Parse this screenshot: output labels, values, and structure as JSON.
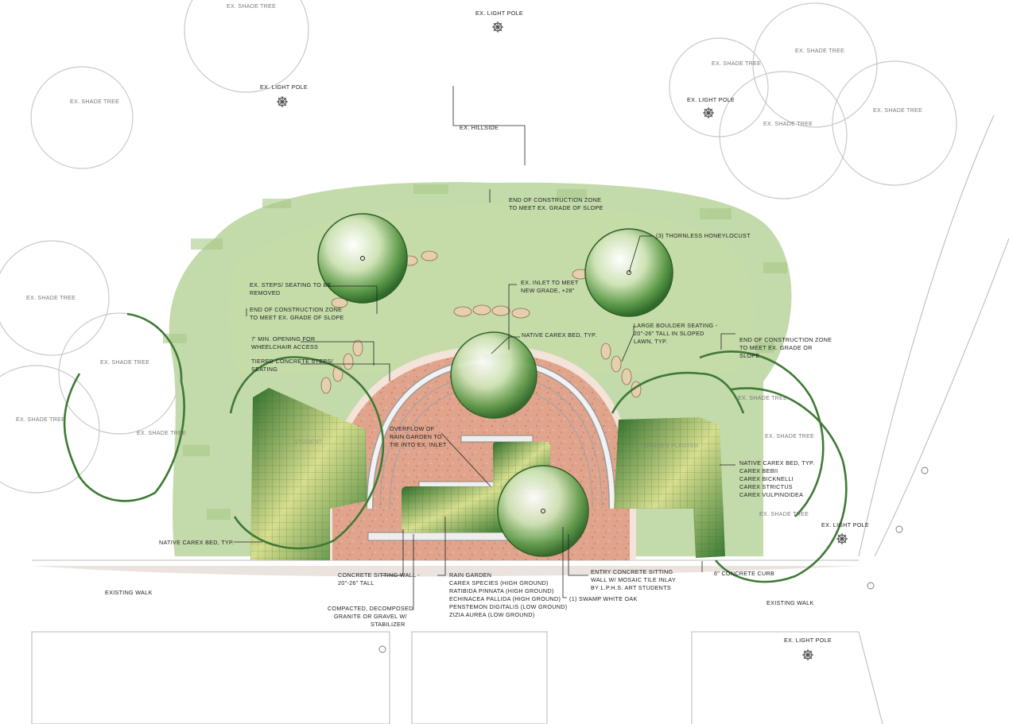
{
  "labels": {
    "ex_light_pole": "EX. LIGHT POLE",
    "ex_shade_tree": "EX. SHADE TREE",
    "ex_hillside": "EX. HILLSIDE",
    "end_zone_top": [
      "END OF CONSTRUCTION ZONE",
      "TO MEET EX. GRADE OF SLOPE"
    ],
    "honeylocust": "(3) THORNLESS HONEYLOCUST",
    "ex_steps": [
      "EX. STEPS/ SEATING TO BE",
      "REMOVED"
    ],
    "ex_inlet": [
      "EX. INLET TO MEET",
      "NEW GRADE, +28\""
    ],
    "end_zone_left": [
      "END OF CONSTRUCTION ZONE",
      "TO MEET EX. GRADE OF SLOPE"
    ],
    "native_carex_top": "NATIVE CAREX BED, TYP.",
    "boulder": [
      "LARGE BOULDER SEATING -",
      "20\"-26\" TALL IN SLOPED",
      "LAWN, TYP."
    ],
    "end_zone_right": [
      "END OF CONSTRUCTION ZONE",
      "TO MEET EX. GRADE OR",
      "SLOPE"
    ],
    "opening": [
      "7' MIN. OPENING FOR",
      "WHEELCHAIR ACCESS"
    ],
    "tiered": [
      "TIERED CONCRETE STEPS/",
      "SEATING"
    ],
    "overflow": [
      "OVERFLOW OF",
      "RAIN GARDEN TO",
      "TIE INTO EX. INLET"
    ],
    "native_carex_right": [
      "NATIVE CAREX BED, TYP.",
      "CAREX BEBII",
      "CAREX BICKNELLI",
      "CAREX STRICTUS",
      "CAREX VULPINOIDEA"
    ],
    "native_carex_left": "NATIVE CAREX BED, TYP.",
    "sitting_wall": [
      "CONCRETE SITTING WALL -",
      "20\"-26\" TALL"
    ],
    "rain_garden": [
      "RAIN GARDEN",
      "CAREX SPECIES (HIGH GROUND)",
      "RATIBIDA PINNATA (HIGH GROUND)",
      "ECHINACEA PALLIDA (HIGH GROUND)",
      "PENSTEMON DIGITALIS (LOW GROUND)",
      "ZIZIA AUREA (LOW GROUND)"
    ],
    "entry_wall": [
      "ENTRY CONCRETE SITTING",
      "WALL W/ MOSAIC TILE INLAY",
      "BY L.P.H.S. ART STUDENTS"
    ],
    "concrete_curb": "6\" CONCRETE CURB",
    "swamp_oak": "(1) SWAMP WHITE OAK",
    "existing_walk": "EXISTING WALK",
    "compacted": [
      "COMPACTED, DECOMPOSED",
      "GRANITE OR GRAVEL W/",
      "STABILIZER"
    ],
    "subtle_left": "STUDENT",
    "subtle_right": "GARDEN PLANTER"
  },
  "colors": {
    "lawn": "#b9d49b",
    "lawn_dark": "#8fb872",
    "plaza": "#d98f74",
    "planting": "#3f7f36",
    "tree_canopy": "#5e9a4a",
    "existing": "#c9c9c9"
  }
}
